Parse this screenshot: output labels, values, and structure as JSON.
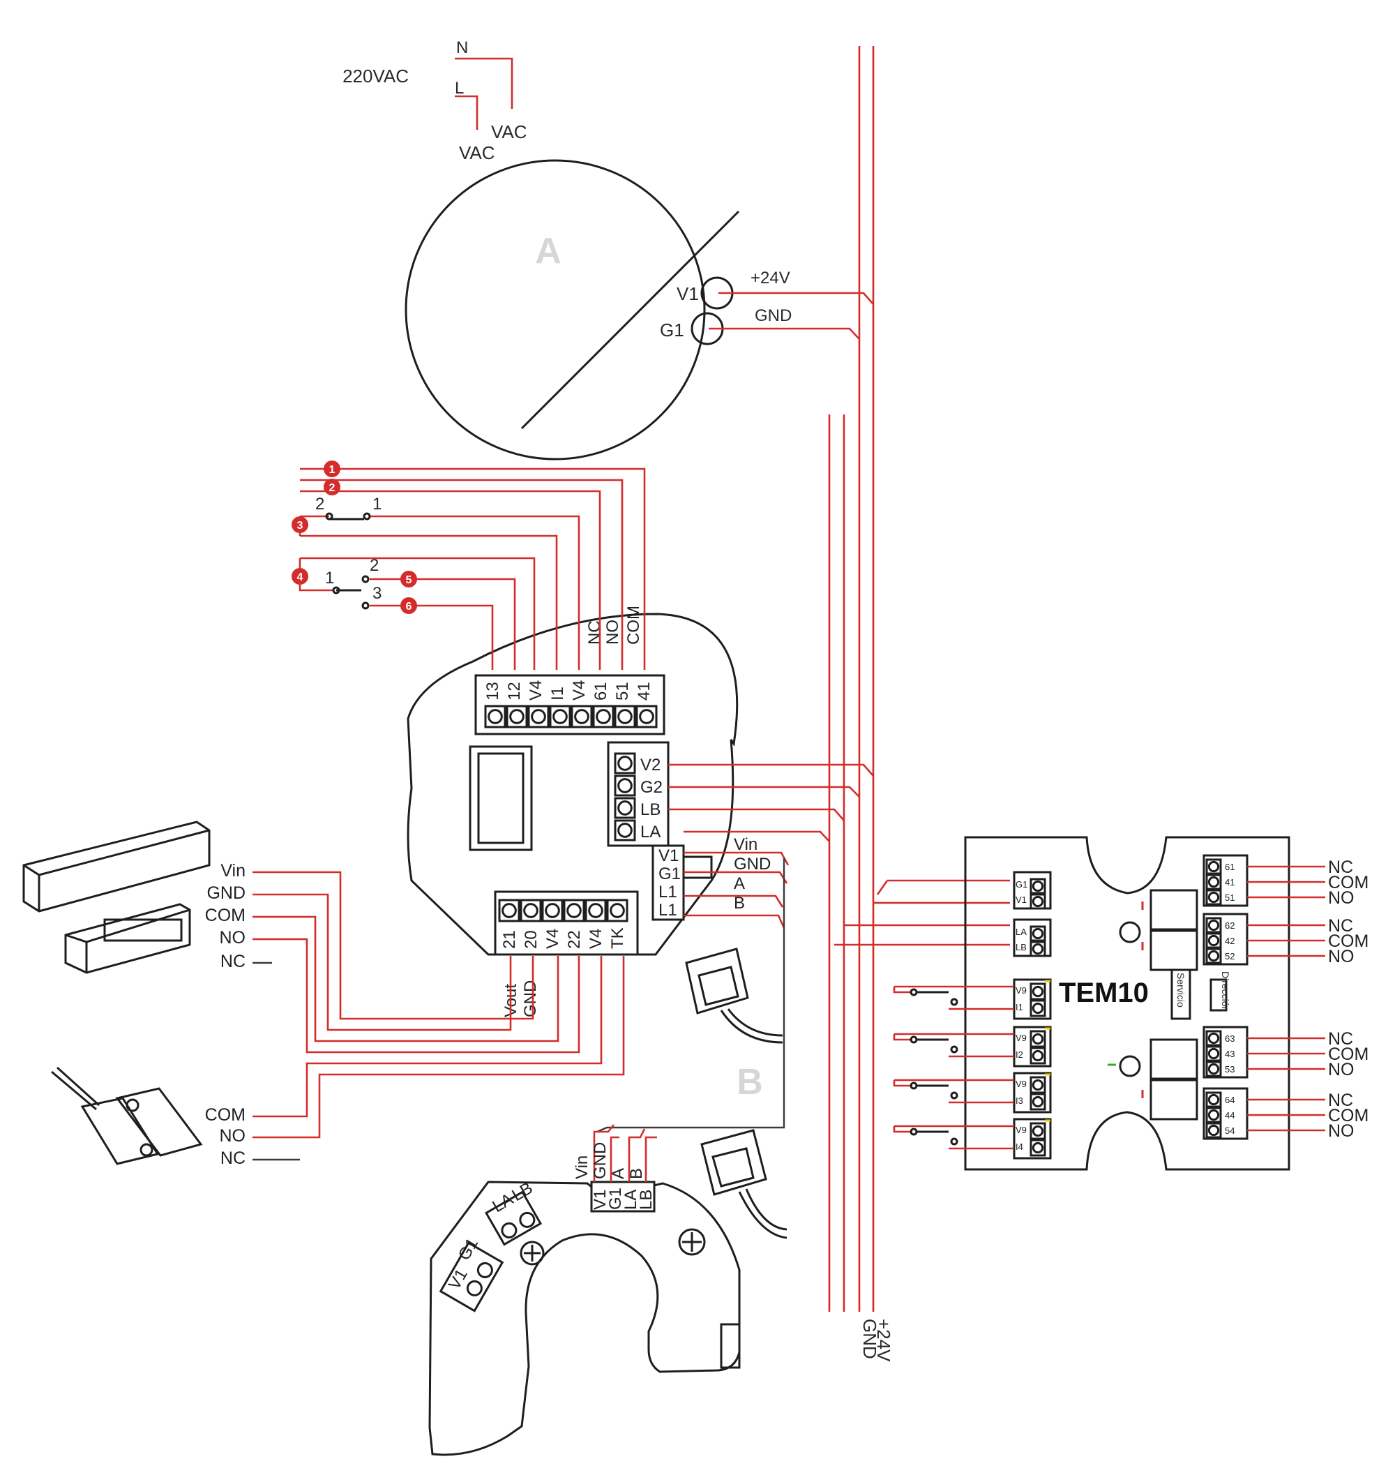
{
  "colors": {
    "wire": "#d42b2b",
    "outline": "#1e1e1e",
    "badge": "#d42b2b",
    "watermark": "#d0d0d0",
    "led_yellow": "#e6d000",
    "led_green": "#2fae2f"
  },
  "power_supply": {
    "watermark": "A",
    "mains": "220VAC",
    "n": "N",
    "l": "L",
    "vac1": "VAC",
    "vac2": "VAC",
    "v1": "V1",
    "g1": "G1",
    "plus24": "+24V",
    "gnd": "GND"
  },
  "bus": {
    "plus24": "+24V",
    "gnd": "GND"
  },
  "badges": [
    "1",
    "2",
    "3",
    "4",
    "5",
    "6"
  ],
  "switch1": {
    "a": "2",
    "b": "1"
  },
  "switch2": {
    "a": "1",
    "b": "2",
    "c": "3"
  },
  "controller": {
    "top_pins": [
      "13",
      "12",
      "V4",
      "I1",
      "V4",
      "61",
      "51",
      "41"
    ],
    "relay_labels": [
      "NC",
      "NO",
      "COM"
    ],
    "side_pins": [
      "V2",
      "G2",
      "LB",
      "LA"
    ],
    "bottom_pins": [
      "21",
      "20",
      "V4",
      "22",
      "V4",
      "TK"
    ],
    "reader_pins": [
      "V1",
      "G1",
      "L1",
      "L1"
    ],
    "reader_out": [
      "Vin",
      "GND",
      "A",
      "B"
    ],
    "lock_labels": [
      "Vout",
      "GND"
    ]
  },
  "lock": {
    "labels": [
      "Vin",
      "GND",
      "COM",
      "NO",
      "NC"
    ]
  },
  "contact": {
    "labels": [
      "COM",
      "NO",
      "NC"
    ]
  },
  "reader": {
    "watermark": "B",
    "wire_labels": [
      "Vin",
      "GND",
      "A",
      "B"
    ],
    "pins": [
      "V1",
      "G1",
      "LA",
      "LB"
    ],
    "pad1": [
      "LA",
      "LB"
    ],
    "pad2": [
      "V1",
      "G1"
    ]
  },
  "tem10": {
    "title": "TEM10",
    "servicio": "Servicio",
    "direccion": "Dirección",
    "pwr": [
      "G1",
      "V1"
    ],
    "bus": [
      "LA",
      "LB"
    ],
    "inputs": [
      [
        "V9",
        "I1"
      ],
      [
        "V9",
        "I2"
      ],
      [
        "V9",
        "I3"
      ],
      [
        "V9",
        "I4"
      ]
    ],
    "relays": [
      [
        "61",
        "41",
        "51"
      ],
      [
        "62",
        "42",
        "52"
      ],
      [
        "63",
        "43",
        "53"
      ],
      [
        "64",
        "44",
        "54"
      ]
    ],
    "outputs": [
      "NC",
      "COM",
      "NO"
    ]
  }
}
